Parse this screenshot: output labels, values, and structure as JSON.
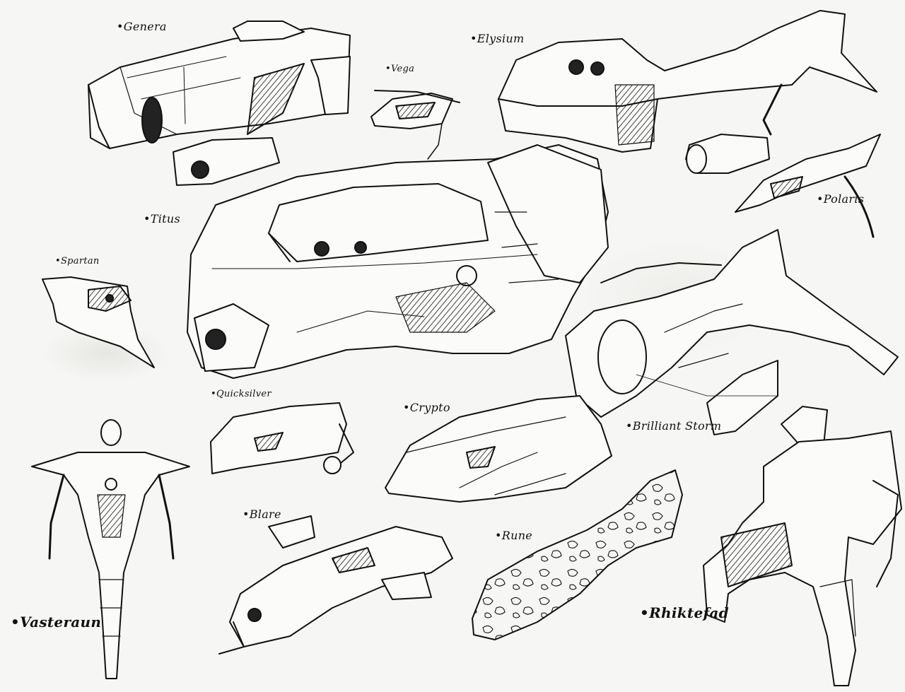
{
  "labels": {
    "genera": "•Genera",
    "vega": "•Vega",
    "elysium": "•Elysium",
    "titus": "•Titus",
    "polaris": "•Polaris",
    "spartan": "•Spartan",
    "quicksilver": "•Quicksilver",
    "crypto": "•Crypto",
    "brilliant_storm": "•Brilliant Storm",
    "blare": "•Blare",
    "rune": "•Rune",
    "vasteraun": "•Vasteraun",
    "rhiktefad": "•Rhiktefad"
  },
  "colors": {
    "ink": "#111111",
    "paper": "#f6f6f4",
    "shade": "#d9d9d6"
  }
}
